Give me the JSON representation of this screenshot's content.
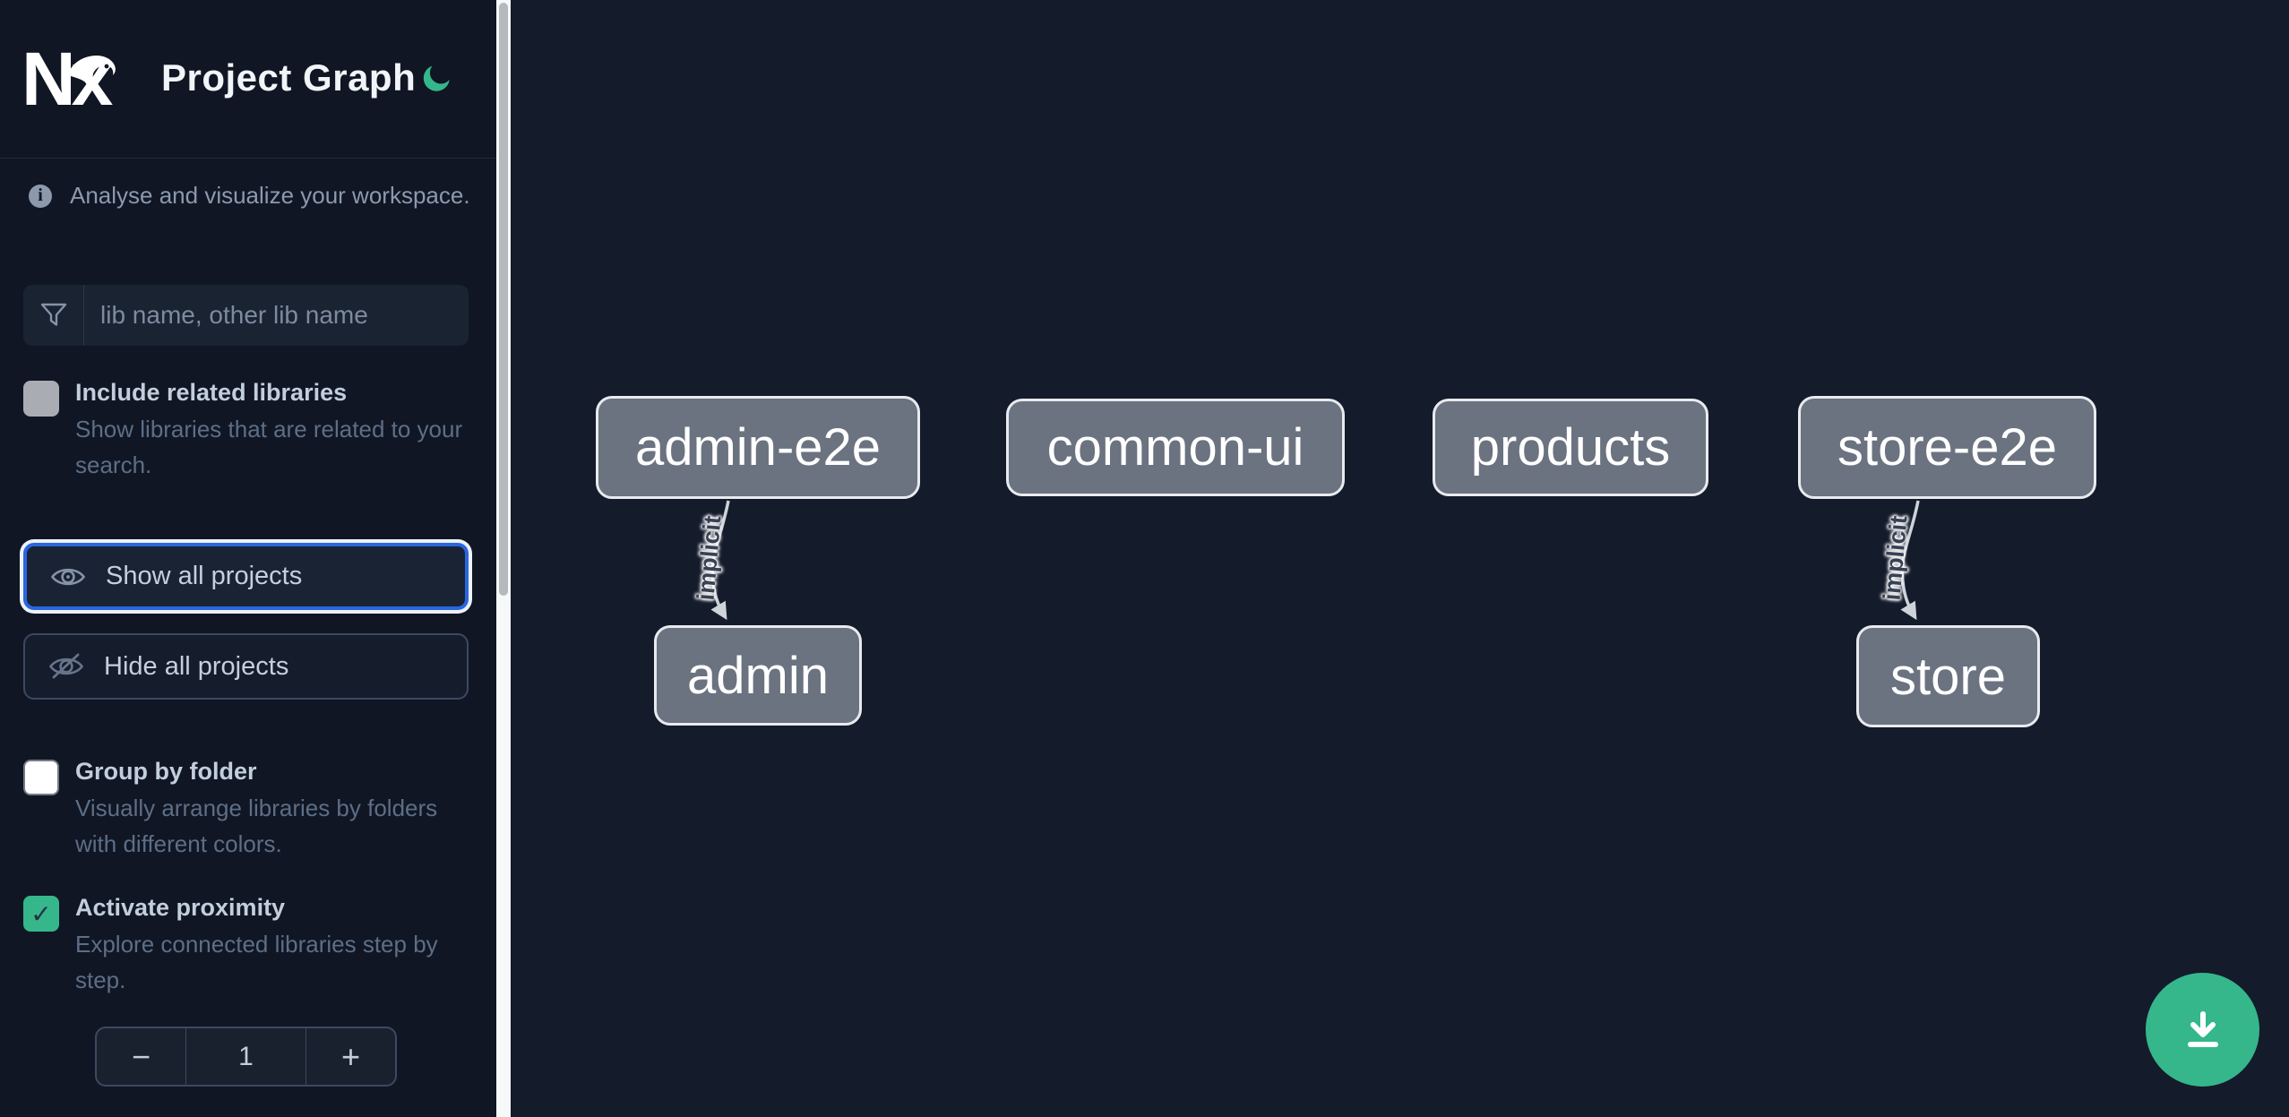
{
  "header": {
    "title": "Project Graph",
    "logo_text": "Nx",
    "theme_icon": "moon-icon",
    "theme_color": "#35b78b"
  },
  "sidebar": {
    "tagline": "Analyse and visualize your workspace.",
    "search": {
      "placeholder": "lib name, other lib name",
      "icon": "filter-funnel-icon"
    },
    "toggles": [
      {
        "label": "Include related libraries",
        "description": "Show libraries that are related to your search.",
        "checked": false,
        "enabled": false
      },
      {
        "label": "Group by folder",
        "description": "Visually arrange libraries by folders with different colors.",
        "checked": false,
        "enabled": true
      },
      {
        "label": "Activate proximity",
        "description": "Explore connected libraries step by step.",
        "checked": true,
        "enabled": true
      }
    ],
    "actions": [
      {
        "label": "Show all projects",
        "icon": "eye-icon",
        "focused": true
      },
      {
        "label": "Hide all projects",
        "icon": "eye-off-icon",
        "focused": false
      }
    ],
    "proximity_stepper": {
      "decrement_label": "−",
      "value": "1",
      "increment_label": "+"
    }
  },
  "glyphs": {
    "info": "i",
    "check": "✓"
  },
  "graph": {
    "nodes": [
      {
        "id": "admin-e2e",
        "label": "admin-e2e"
      },
      {
        "id": "common-ui",
        "label": "common-ui"
      },
      {
        "id": "products",
        "label": "products"
      },
      {
        "id": "store-e2e",
        "label": "store-e2e"
      },
      {
        "id": "admin",
        "label": "admin"
      },
      {
        "id": "store",
        "label": "store"
      }
    ],
    "edges": [
      {
        "source": "admin-e2e",
        "target": "admin",
        "label": "implicit",
        "type": "implicit"
      },
      {
        "source": "store-e2e",
        "target": "store",
        "label": "implicit",
        "type": "implicit"
      }
    ]
  },
  "fab": {
    "icon": "download-icon",
    "color": "#35b78b"
  },
  "theme": {
    "sidebar_bg": "#101623",
    "canvas_bg": "#141b2b",
    "accent_green": "#35b78b",
    "focus_blue": "#2966e0",
    "node_fill": "#6b7280",
    "node_border": "#e8eaee",
    "edge_color": "#ced3da"
  }
}
